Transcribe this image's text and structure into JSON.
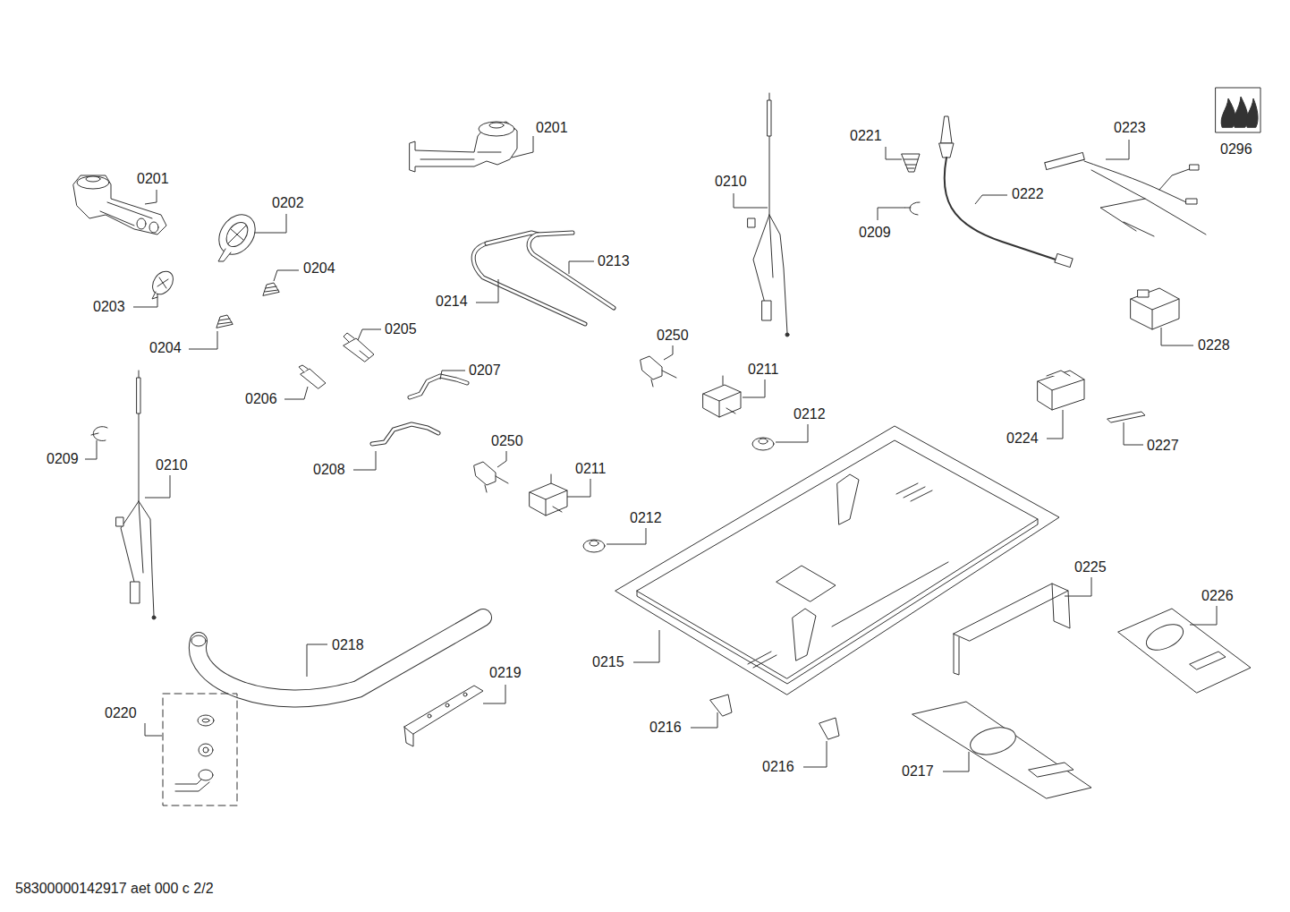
{
  "diagram": {
    "labels": [
      "0201",
      "0201",
      "0210",
      "0221",
      "0222",
      "0223",
      "0296",
      "0202",
      "0204",
      "0213",
      "0214",
      "0209",
      "0203",
      "0204",
      "0205",
      "0250",
      "0228",
      "0206",
      "0207",
      "0211",
      "0212",
      "0209",
      "0210",
      "0208",
      "0250",
      "0224",
      "0227",
      "0211",
      "0212",
      "0225",
      "0226",
      "0218",
      "0215",
      "0219",
      "0220",
      "0216",
      "0216",
      "0217",
      "58300000142917 aet 000 c 2/2"
    ]
  }
}
